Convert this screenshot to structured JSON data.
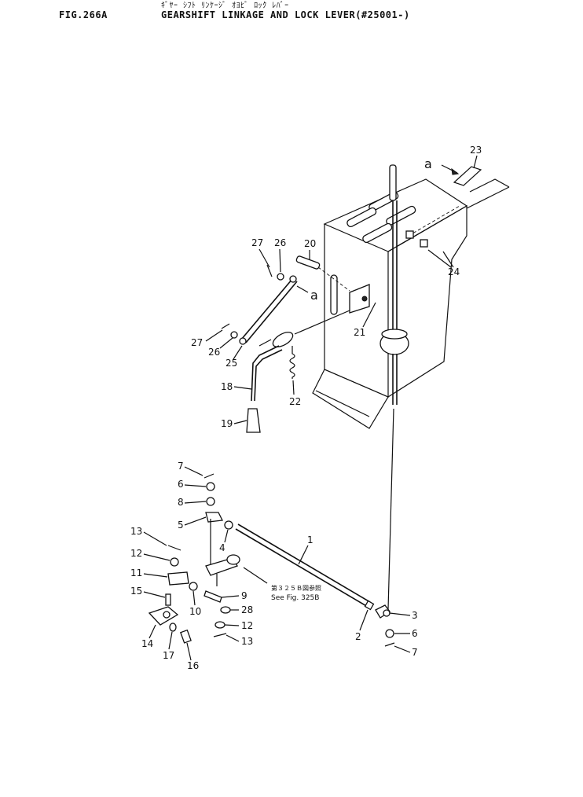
{
  "header": {
    "fig_number": "FIG.266A",
    "title_jp": "ｷﾞﾔｰ ｼﾌﾄ ﾘﾝｹｰｼﾞ ｵﾖﾋﾞ ﾛｯｸ ﾚﾊﾞｰ",
    "title_en": "GEARSHIFT LINKAGE AND LOCK LEVER(#25001-)"
  },
  "reference_note": {
    "jp": "第３２５Ｂ図参照",
    "en": "See Fig. 325B"
  },
  "callouts": [
    "1",
    "2",
    "3",
    "4",
    "5",
    "6",
    "7",
    "8",
    "9",
    "10",
    "11",
    "12",
    "13",
    "14",
    "15",
    "16",
    "17",
    "18",
    "19",
    "20",
    "21",
    "22",
    "23",
    "24",
    "25",
    "26",
    "27",
    "28",
    "a"
  ]
}
